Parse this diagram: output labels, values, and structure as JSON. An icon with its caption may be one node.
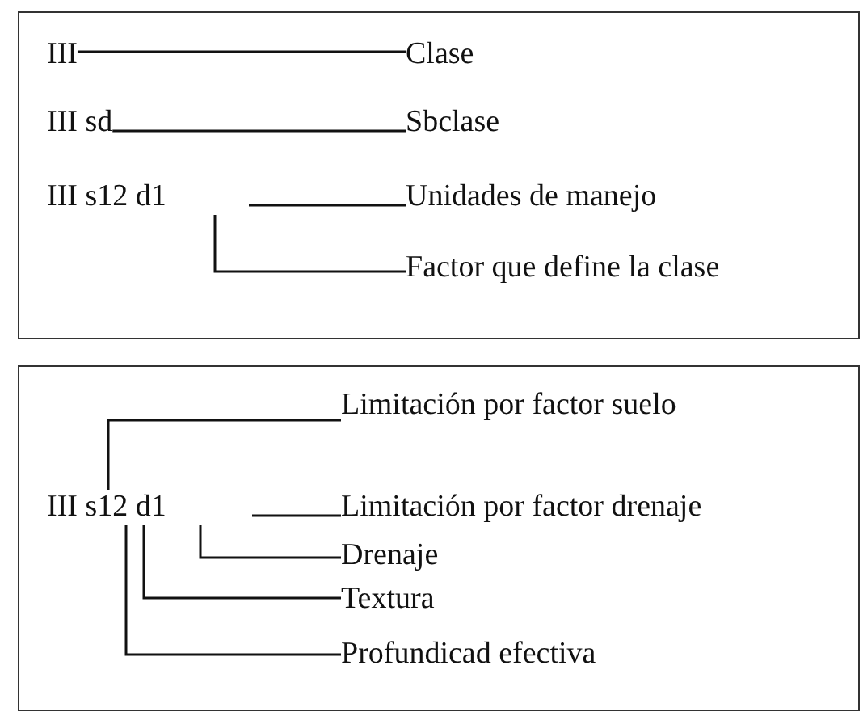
{
  "diagram": {
    "nodes": [
      {
        "text": [],
        "shape": "box"
      },
      {
        "text": [
          "III"
        ],
        "in": 0
      },
      {
        "text": [
          "III sd"
        ],
        "in": 0
      },
      {
        "text": [
          "III s12 d1"
        ],
        "in": 0
      },
      {
        "text": [
          "Clase"
        ],
        "in": 0
      },
      {
        "text": [
          "Sbclase"
        ],
        "in": 0
      },
      {
        "text": [
          "Unidades de manejo"
        ],
        "in": 0
      },
      {
        "text": [
          "Factor que define la clase"
        ],
        "in": 0
      },
      {
        "text": [],
        "shape": "box"
      },
      {
        "text": [
          "Limitación por factor suelo"
        ],
        "in": 8
      },
      {
        "text": [
          "III s12 d1"
        ],
        "in": 8
      },
      {
        "text": [
          "Limitación por factor drenaje"
        ],
        "in": 8
      },
      {
        "text": [
          "Drenaje"
        ],
        "in": 8
      },
      {
        "text": [
          "Textura"
        ],
        "in": 8
      },
      {
        "text": [
          "Profundicad efectiva"
        ],
        "in": 8
      }
    ],
    "edges": [
      {
        "from": 1,
        "to": 4,
        "arrow": "none"
      },
      {
        "from": 2,
        "to": 5,
        "arrow": "none"
      },
      {
        "from": 3,
        "to": 6,
        "arrow": "none"
      },
      {
        "from": 3,
        "to": 7,
        "arrow": "none"
      },
      {
        "from": 10,
        "to": 9,
        "arrow": "none"
      },
      {
        "from": 10,
        "to": 11,
        "arrow": "none"
      },
      {
        "from": 10,
        "to": 12,
        "arrow": "none"
      },
      {
        "from": 10,
        "to": 13,
        "arrow": "none"
      },
      {
        "from": 10,
        "to": 14,
        "arrow": "none"
      }
    ]
  }
}
